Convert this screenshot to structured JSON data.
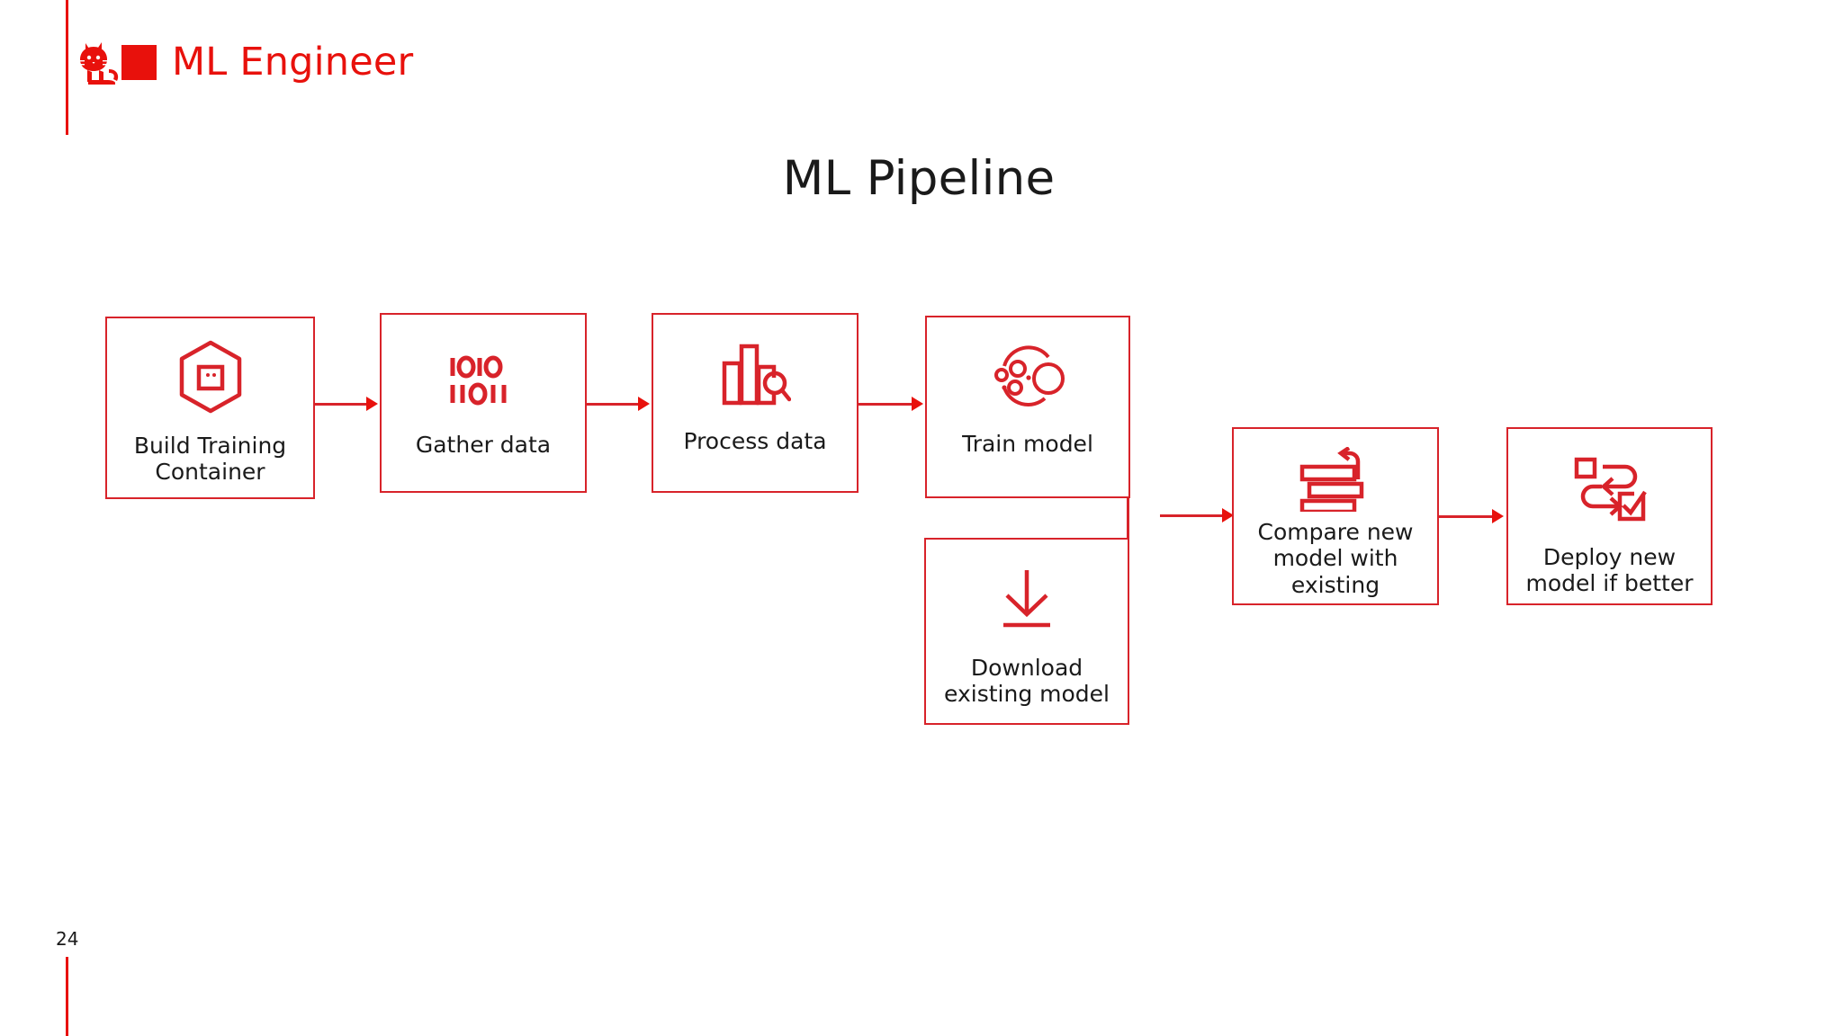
{
  "brand": {
    "logo_icon": "cat-icon",
    "square_icon": "red-square-logo",
    "title": "ML Engineer",
    "color": "#E8110C"
  },
  "slide": {
    "title": "ML Pipeline",
    "page_number": "24",
    "accent_color": "#E8110C",
    "box_border_color": "#D8232A",
    "text_color": "#1a1a1a",
    "background": "#ffffff"
  },
  "diagram": {
    "type": "flowchart",
    "nodes": [
      {
        "id": "build",
        "label": "Build Training\nContainer",
        "icon": "container-hexagon-icon"
      },
      {
        "id": "gather",
        "label": "Gather data",
        "icon": "binary-digits-icon"
      },
      {
        "id": "process",
        "label": "Process data",
        "icon": "bar-chart-magnifier-icon"
      },
      {
        "id": "train",
        "label": "Train model",
        "icon": "data-clustering-icon"
      },
      {
        "id": "download",
        "label": "Download\nexisting model",
        "icon": "download-arrow-icon"
      },
      {
        "id": "compare",
        "label": "Compare new\nmodel with\nexisting",
        "icon": "stacked-bars-refresh-icon"
      },
      {
        "id": "deploy",
        "label": "Deploy new\nmodel if better",
        "icon": "deploy-workflow-check-icon"
      }
    ],
    "edges": [
      {
        "from": "build",
        "to": "gather"
      },
      {
        "from": "gather",
        "to": "process"
      },
      {
        "from": "process",
        "to": "train"
      },
      {
        "from": "train",
        "to": "compare"
      },
      {
        "from": "download",
        "to": "compare"
      },
      {
        "from": "compare",
        "to": "deploy"
      }
    ]
  }
}
